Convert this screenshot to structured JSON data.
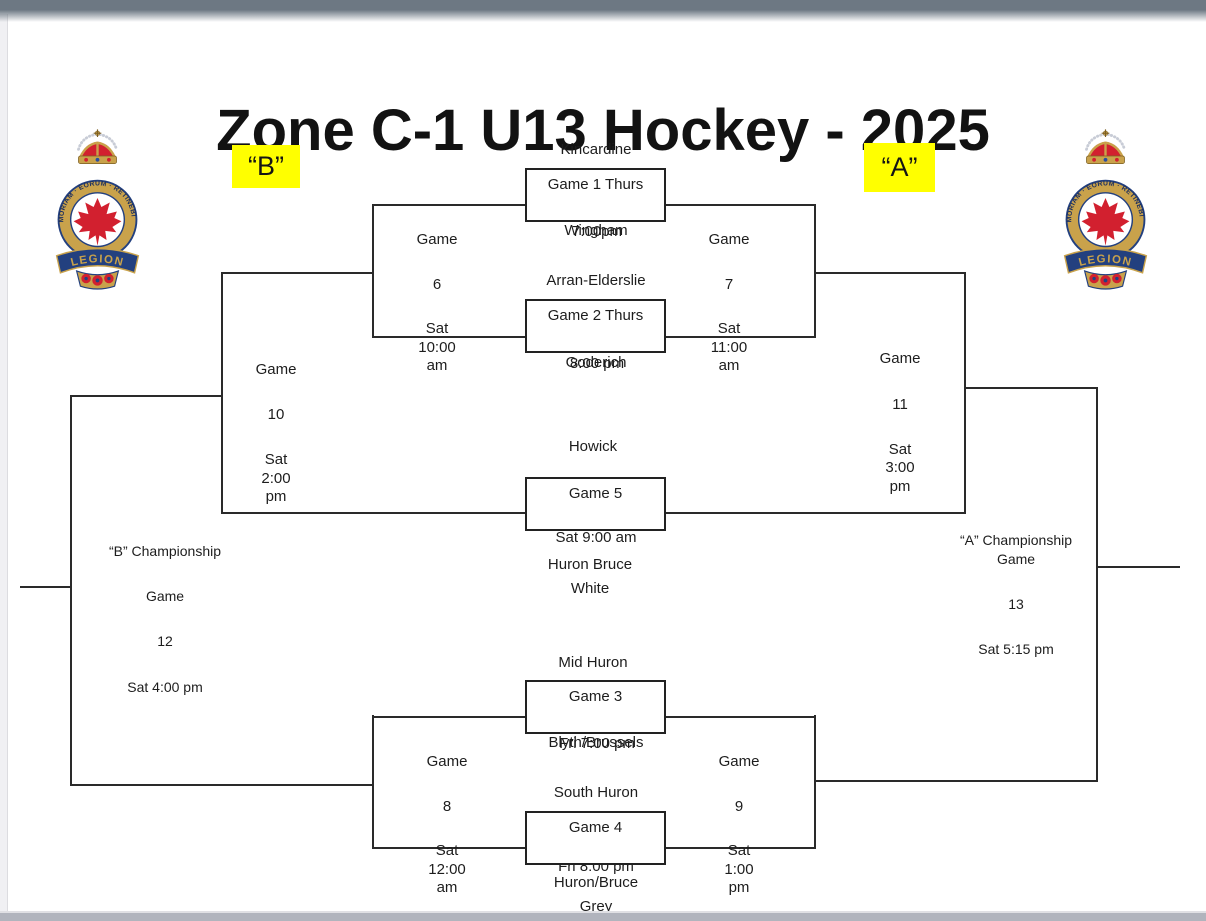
{
  "title": "Zone C-1 U13 Hockey - 2025",
  "side_labels": {
    "b": "“B”",
    "a": "“A”"
  },
  "logo": {
    "motto": "MEMORIAM · EORUM · RETINEBIMUS",
    "banner": "LEGION"
  },
  "colors": {
    "highlight": "#ffff00",
    "line": "#2a2a2a",
    "top_bar": "#6d7883",
    "bottom_bar": "#b1b4bd",
    "legion_red": "#d2202f",
    "legion_navy": "#23407f",
    "legion_gold": "#c9a24b"
  },
  "games": {
    "game1": {
      "team_top": "Kincardine",
      "label": "Game 1 Thurs",
      "time": "7:00pm",
      "team_bottom": "Wingham"
    },
    "game2": {
      "team_top": "Arran-Elderslie",
      "label": "Game 2 Thurs",
      "time": "8:00 pm",
      "team_bottom": "Goderich"
    },
    "game5": {
      "team_top": "Howick",
      "label": "Game 5",
      "time": "Sat 9:00 am",
      "team_bottom_line1": "Huron Bruce",
      "team_bottom_line2": "White"
    },
    "game3": {
      "team_top": "Mid Huron",
      "label": "Game 3",
      "time": "Fri 7:00 pm",
      "team_bottom": "Blyth/Brussels"
    },
    "game4": {
      "team_top": "South Huron",
      "label": "Game 4",
      "time": "Fri 8:00 pm",
      "team_bottom_line1": "Huron/Bruce",
      "team_bottom_line2": "Grey"
    },
    "game6": {
      "word": "Game",
      "number": "6",
      "day": "Sat",
      "time": "10:00",
      "ampm": "am"
    },
    "game7": {
      "word": "Game",
      "number": "7",
      "day": "Sat",
      "time": "11:00",
      "ampm": "am"
    },
    "game8": {
      "word": "Game",
      "number": "8",
      "day": "Sat",
      "time": "12:00",
      "ampm": "am"
    },
    "game9": {
      "word": "Game",
      "number": "9",
      "day": "Sat",
      "time": "1:00",
      "ampm": "pm"
    },
    "game10": {
      "word": "Game",
      "number": "10",
      "day": "Sat",
      "time": "2:00",
      "ampm": "pm"
    },
    "game11": {
      "word": "Game",
      "number": "11",
      "day": "Sat",
      "time": "3:00",
      "ampm": "pm"
    },
    "game12": {
      "title": "“B” Championship",
      "word": "Game",
      "number": "12",
      "time": "Sat 4:00 pm"
    },
    "game13": {
      "title_line1": "“A” Championship",
      "title_line2": "Game",
      "number": "13",
      "time": "Sat 5:15 pm"
    }
  }
}
